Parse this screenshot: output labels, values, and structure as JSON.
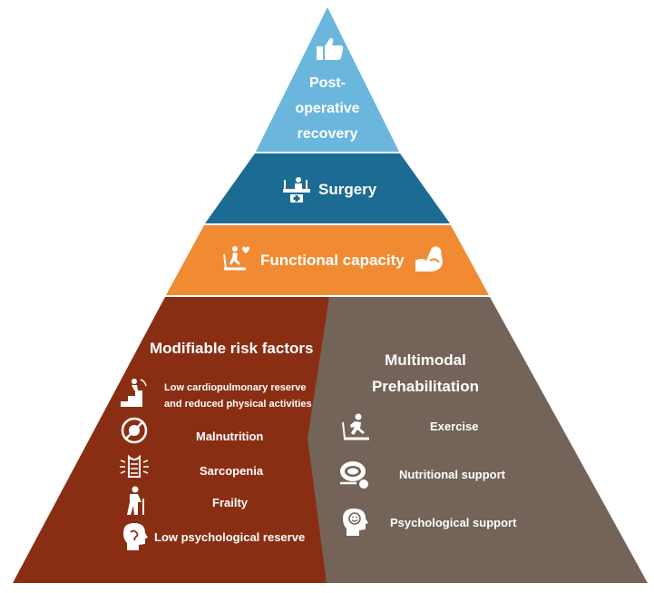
{
  "colors": {
    "top": "#6bb6dc",
    "surgery": "#1c6b93",
    "functional": "#f08b34",
    "risk": "#8a2e13",
    "prehab": "#736358",
    "text": "#ffffff"
  },
  "tiers": {
    "top": {
      "label_lines": [
        "Post-",
        "operative",
        "recovery"
      ],
      "icon": "thumbs-up-icon"
    },
    "surgery": {
      "label": "Surgery",
      "icon": "operating-table-icon"
    },
    "functional": {
      "label": "Functional capacity",
      "icon_left": "treadmill-heart-icon",
      "icon_right": "flexed-arm-icon"
    }
  },
  "risk_factors": {
    "title": "Modifiable risk factors",
    "items": [
      {
        "label_lines": [
          "Low cardiopulmonary reserve",
          "and reduced physical activities"
        ],
        "icon": "stairs-climbing-icon"
      },
      {
        "label": "Malnutrition",
        "icon": "no-food-plate-icon"
      },
      {
        "label": "Sarcopenia",
        "icon": "muscle-loss-icon"
      },
      {
        "label": "Frailty",
        "icon": "elderly-cane-icon"
      },
      {
        "label": "Low psychological reserve",
        "icon": "head-stress-icon"
      }
    ]
  },
  "prehabilitation": {
    "title_lines": [
      "Multimodal",
      "Prehabilitation"
    ],
    "items": [
      {
        "label": "Exercise",
        "icon": "treadmill-runner-icon"
      },
      {
        "label": "Nutritional support",
        "icon": "food-plate-icon"
      },
      {
        "label": "Psychological support",
        "icon": "smiling-head-icon"
      }
    ]
  }
}
